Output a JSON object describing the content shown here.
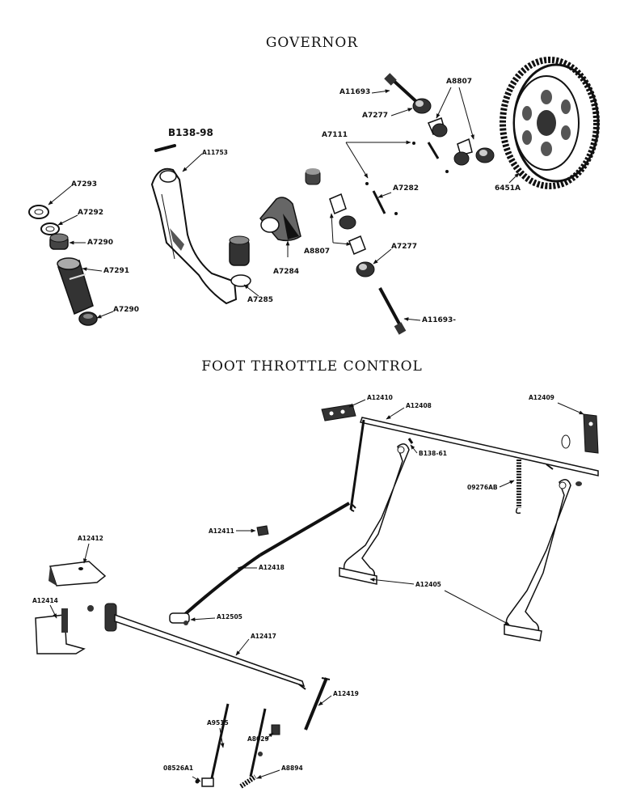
{
  "titles": {
    "governor": "GOVERNOR",
    "throttle": "FOOT THROTTLE CONTROL"
  },
  "governor_labels": {
    "b138_98": "B138-98",
    "a11753": "A11753",
    "a7293": "A7293",
    "a7292": "A7292",
    "a7290_top": "A7290",
    "a7291": "A7291",
    "a7290_bottom": "A7290",
    "a7285": "A7285",
    "a7284": "A7284",
    "a11693_top": "A11693",
    "a7277_top": "A7277",
    "a7111": "A7111",
    "a8807_top": "A8807",
    "a7282": "A7282",
    "a8807_mid": "A8807",
    "a7277_mid": "A7277",
    "a11693_bottom": "A11693-",
    "p6451a": "6451A"
  },
  "throttle_labels": {
    "a12410": "A12410",
    "a12408": "A12408",
    "a12409": "A12409",
    "b138_61": "B138-61",
    "p09276ab": "09276AB",
    "a12411": "A12411",
    "a12412": "A12412",
    "a12418": "A12418",
    "a12405": "A12405",
    "a12414": "A12414",
    "a12505": "A12505",
    "a12417": "A12417",
    "a12419": "A12419",
    "a9515": "A9515",
    "a8029": "A8029",
    "p08526a1": "08526A1",
    "a8894": "A8894"
  }
}
